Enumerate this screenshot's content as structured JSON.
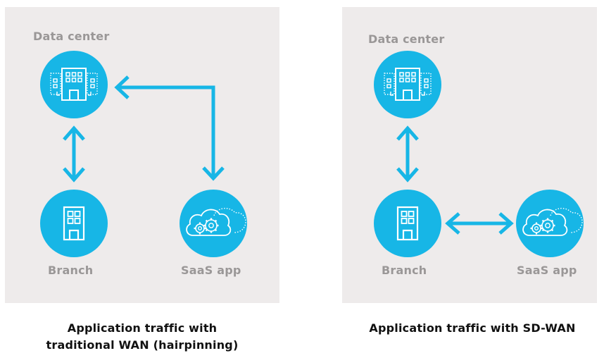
{
  "colors": {
    "accent": "#17b6e6",
    "panel_background": "#eeebeb",
    "label_text": "#9a9797",
    "caption_text": "#111111"
  },
  "left_panel": {
    "data_center_label": "Data center",
    "branch_label": "Branch",
    "saas_label": "SaaS app",
    "caption_line1": "Application traffic with",
    "caption_line2": "traditional WAN (hairpinning)",
    "icons": [
      "data-center-building-icon",
      "branch-building-icon",
      "saas-cloud-gear-icon"
    ]
  },
  "right_panel": {
    "data_center_label": "Data center",
    "branch_label": "Branch",
    "saas_label": "SaaS app",
    "caption": "Application traffic with SD-WAN",
    "icons": [
      "data-center-building-icon",
      "branch-building-icon",
      "saas-cloud-gear-icon"
    ]
  }
}
